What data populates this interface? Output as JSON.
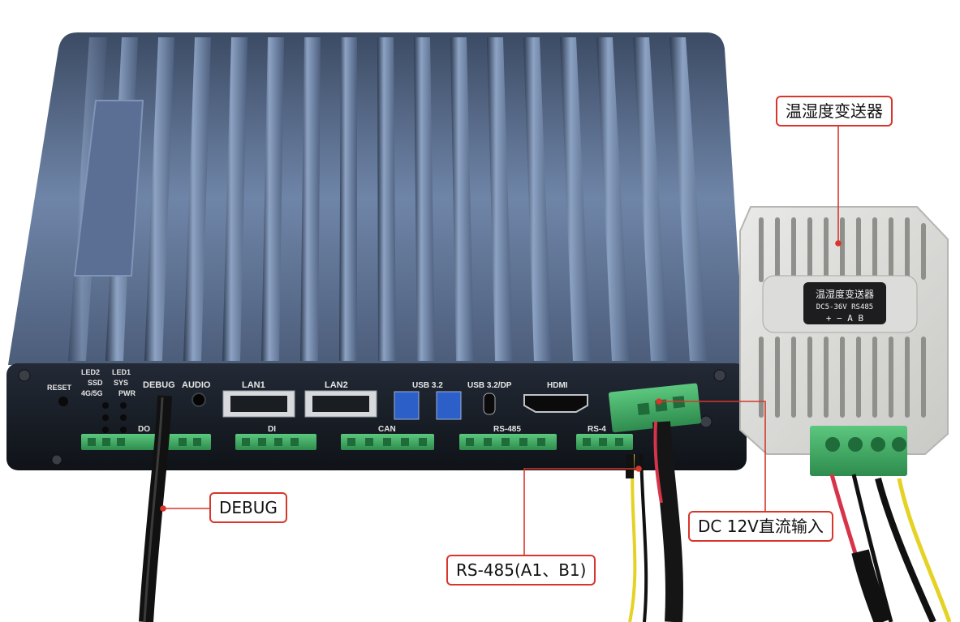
{
  "device": {
    "led_labels": {
      "led2": "LED2",
      "led1": "LED1",
      "ssd": "SSD",
      "sys": "SYS",
      "cell": "4G/5G",
      "pwr": "PWR",
      "reset": "RESET"
    },
    "port_labels": {
      "debug": "DEBUG",
      "audio": "AUDIO",
      "lan1": "LAN1",
      "lan2": "LAN2",
      "usb32": "USB 3.2",
      "usb_dp": "USB 3.2/DP",
      "hdmi": "HDMI"
    },
    "terminal_labels": {
      "do": "DO",
      "di": "DI",
      "can": "CAN",
      "rs485": "RS-485",
      "rs485b": "RS-4"
    }
  },
  "sensor": {
    "badge_title": "温湿度变送器",
    "badge_spec": "DC5-36V RS485",
    "badge_pins": "+ − A B"
  },
  "callouts": {
    "sensor": "温湿度变送器",
    "debug": "DEBUG",
    "power": "DC 12V直流输入",
    "rs485": "RS-485(A1、B1)"
  },
  "colors": {
    "callout_border": "#d9362b",
    "case": "#5e7396",
    "terminal": "#3fae64"
  }
}
